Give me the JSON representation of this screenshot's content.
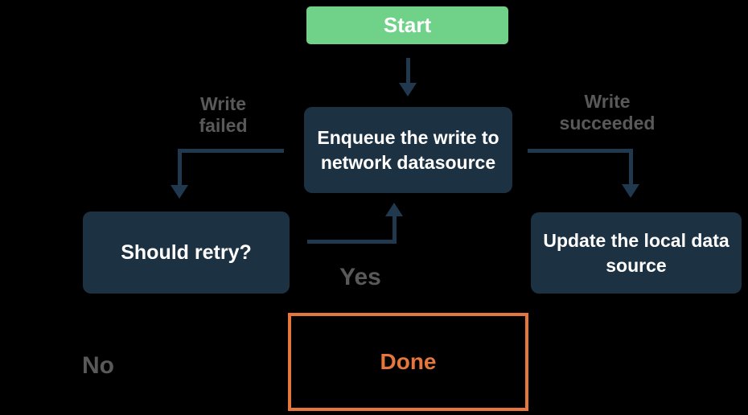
{
  "diagram": {
    "type": "flowchart",
    "background": "#000000",
    "nodes": {
      "start": {
        "label": "Start",
        "kind": "start-node",
        "fill": "#6FD288",
        "text_color": "#FFFFFF"
      },
      "enqueue": {
        "label": "Enqueue the write to\nnetwork datasource",
        "kind": "process",
        "fill": "#1C3142",
        "text_color": "#FFFFFF"
      },
      "should_retry": {
        "label": "Should retry?",
        "kind": "decision",
        "fill": "#1C3142",
        "text_color": "#FFFFFF"
      },
      "update_local": {
        "label": "Update the local data\nsource",
        "kind": "process",
        "fill": "#1C3142",
        "text_color": "#FFFFFF"
      },
      "done": {
        "label": "Done",
        "kind": "end-node",
        "fill": "transparent",
        "border_color": "#E5763C",
        "text_color": "#E5763C"
      }
    },
    "edge_labels": {
      "write_failed": "Write\nfailed",
      "write_succeeded": "Write\nsucceeded",
      "yes": "Yes",
      "no": "No"
    },
    "edges": [
      {
        "from": "start",
        "to": "enqueue"
      },
      {
        "from": "enqueue",
        "to": "should_retry",
        "label": "Write failed"
      },
      {
        "from": "enqueue",
        "to": "update_local",
        "label": "Write succeeded"
      },
      {
        "from": "should_retry",
        "to": "enqueue",
        "label": "Yes"
      }
    ],
    "arrow_color": "#20394F",
    "label_color": "#595959"
  }
}
